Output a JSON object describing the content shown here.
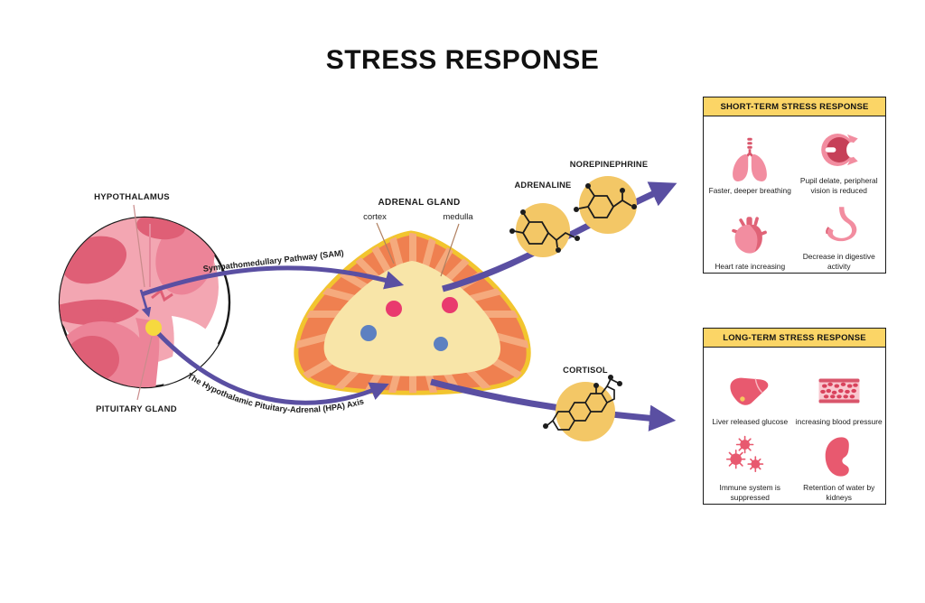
{
  "title": "STRESS RESPONSE",
  "brain": {
    "hypothalamus_label": "HYPOTHALAMUS",
    "pituitary_label": "PITUITARY GLAND"
  },
  "pathways": {
    "sam_label": "Sympathomedullary Pathway (SAM)",
    "hpa_label": "The Hypothalamic Pituitary-Adrenal (HPA) Axis"
  },
  "adrenal_gland": {
    "label": "ADRENAL GLAND",
    "cortex_label": "cortex",
    "medulla_label": "medulla"
  },
  "hormones": {
    "adrenaline_label": "ADRENALINE",
    "norepinephrine_label": "NOREPINEPHRINE",
    "cortisol_label": "CORTISOL"
  },
  "short_term_panel": {
    "title": "SHORT-TERM STRESS RESPONSE",
    "items": [
      {
        "icon": "lungs-icon",
        "label": "Faster, deeper breathing"
      },
      {
        "icon": "eye-icon",
        "label": "Pupil delate, peripheral vision is reduced"
      },
      {
        "icon": "heart-icon",
        "label": "Heart rate increasing"
      },
      {
        "icon": "stomach-icon",
        "label": "Decrease in digestive activity"
      }
    ]
  },
  "long_term_panel": {
    "title": "LONG-TERM STRESS RESPONSE",
    "items": [
      {
        "icon": "liver-icon",
        "label": "Liver released glucose"
      },
      {
        "icon": "blood-vessel-icon",
        "label": "increasing blood pressure"
      },
      {
        "icon": "virus-icon",
        "label": "Immune system is suppressed"
      },
      {
        "icon": "kidney-icon",
        "label": "Retention of water by kidneys"
      }
    ]
  },
  "colors": {
    "arrow_purple": "#5a4fa2",
    "panel_header_yellow": "#fbd566",
    "hormone_circle_yellow": "#f3c766",
    "cortex_orange": "#ef8050",
    "cortex_stripe": "#f5aa7d",
    "medulla_cream": "#f8e5a8",
    "gland_outline_yellow": "#f2c52f",
    "brain_pink_light": "#f3a6b2",
    "brain_pink_mid": "#ec8498",
    "brain_pink_dark": "#df5f76",
    "pituitary_yellow": "#f6d93f",
    "organ_pink": "#f28da0",
    "organ_red": "#d9556b",
    "dot_pink": "#e93a6e",
    "dot_blue": "#5d80c1"
  }
}
